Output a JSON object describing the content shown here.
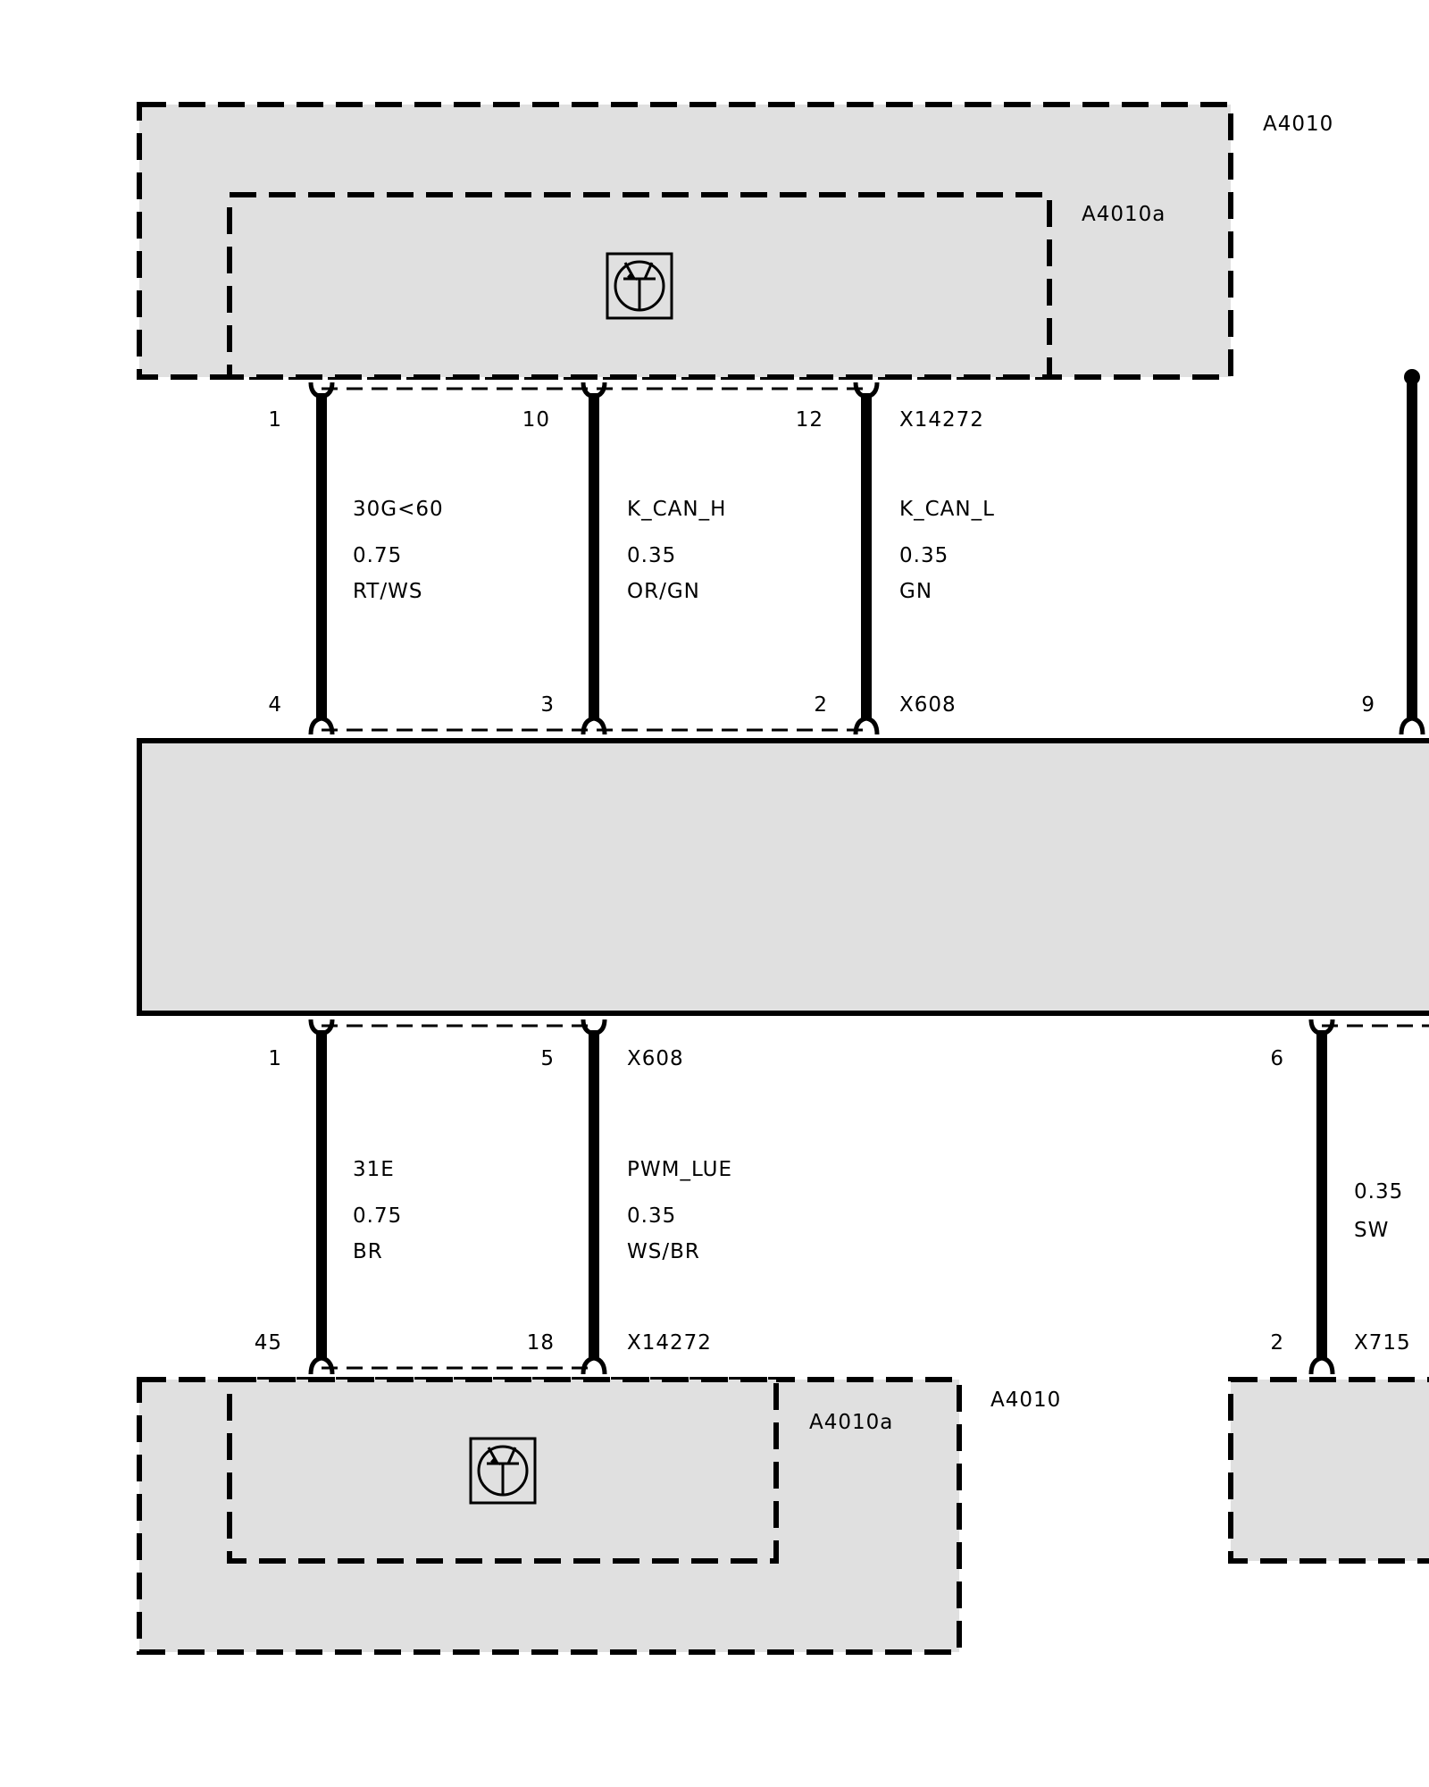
{
  "colors": {
    "fill": "#e0e0e0",
    "line": "#000000",
    "background": "#ffffff"
  },
  "icons": {
    "module_symbol": "transistor-icon"
  },
  "top_module": {
    "outer_label": "A4010",
    "inner_label": "A4010a"
  },
  "top_connector": {
    "label": "X14272",
    "pins": [
      "1",
      "10",
      "12"
    ]
  },
  "main_module_top_connector": {
    "label": "X608",
    "pins": [
      "4",
      "3",
      "2",
      "9"
    ]
  },
  "main_module_bottom_connector": {
    "label": "X608",
    "pins": [
      "1",
      "5",
      "6"
    ]
  },
  "bottom_connector": {
    "label": "X14272",
    "pins": [
      "45",
      "18"
    ]
  },
  "right_connector": {
    "label": "X715",
    "pin": "2"
  },
  "bottom_module": {
    "outer_label": "A4010",
    "inner_label": "A4010a"
  },
  "wires_top": [
    {
      "signal": "30G<60",
      "gauge": "0.75",
      "color": "RT/WS"
    },
    {
      "signal": "K_CAN_H",
      "gauge": "0.35",
      "color": "OR/GN"
    },
    {
      "signal": "K_CAN_L",
      "gauge": "0.35",
      "color": "GN"
    }
  ],
  "wires_bottom": [
    {
      "signal": "31E",
      "gauge": "0.75",
      "color": "BR"
    },
    {
      "signal": "PWM_LUE",
      "gauge": "0.35",
      "color": "WS/BR"
    },
    {
      "gauge": "0.35",
      "color": "SW"
    }
  ]
}
